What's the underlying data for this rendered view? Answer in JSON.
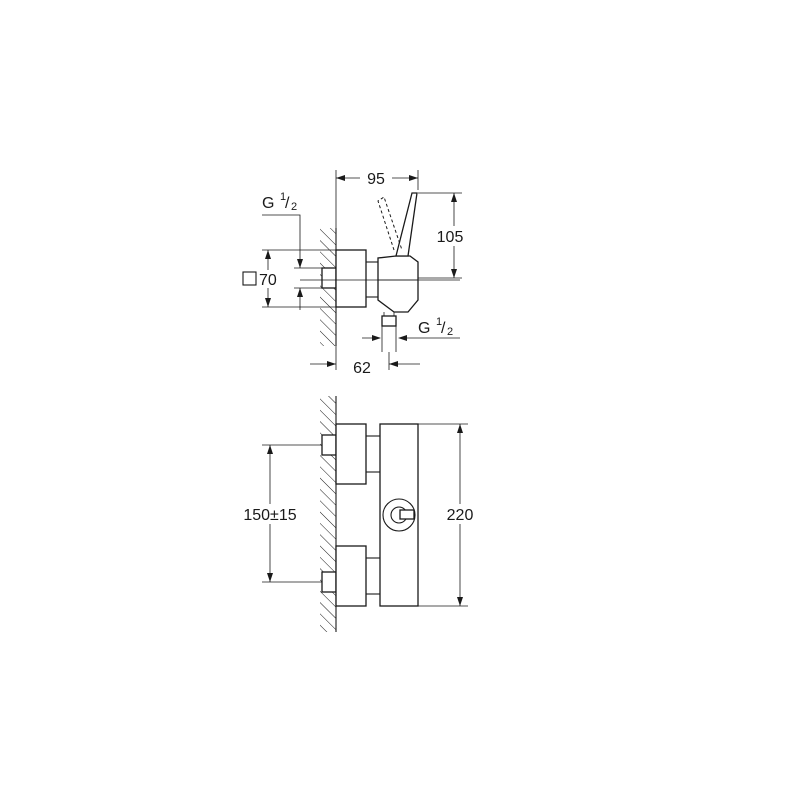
{
  "dimensions": {
    "width_top": "95",
    "height_lever": "105",
    "wall_offset": "62",
    "connection_top_label": "G",
    "connection_top_num": "1",
    "connection_top_den": "2",
    "connection_outlet_label": "G",
    "connection_outlet_num": "1",
    "connection_outlet_den": "2",
    "square_size": "70",
    "center_distance": "150±15",
    "body_height": "220"
  }
}
